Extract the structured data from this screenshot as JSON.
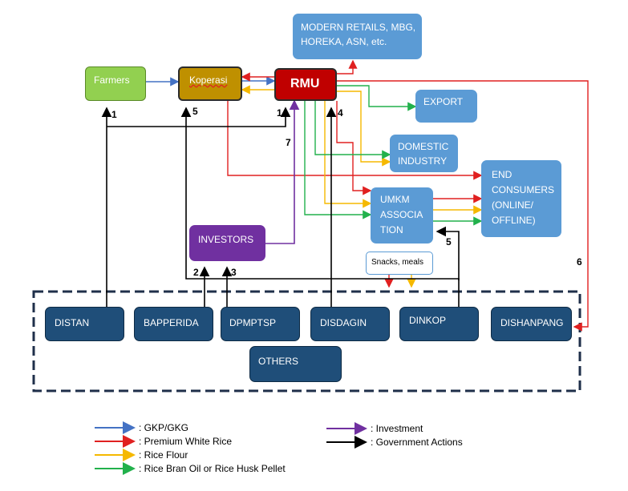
{
  "nodes": {
    "modern_retails": [
      "MODERN RETAILS, MBG,",
      "HOREKA, ASN, etc."
    ],
    "farmers": "Farmers",
    "koperasi": "Koperasi",
    "rmu": "RMU",
    "export": "EXPORT",
    "domestic_industry": [
      "DOMESTIC",
      "INDUSTRY"
    ],
    "end_consumers": [
      "END",
      "CONSUMERS",
      "(ONLINE/",
      "OFFLINE)"
    ],
    "umkm": [
      "UMKM",
      "ASSOCIA",
      "TION"
    ],
    "snacks": "Snacks, meals",
    "investors": "INVESTORS",
    "distan": "DISTAN",
    "bapperida": "BAPPERIDA",
    "dpmptsp": "DPMPTSP",
    "disdagin": "DISDAGIN",
    "dinkop": "DINKOP",
    "dishanpang": "DISHANPANG",
    "others": "OTHERS"
  },
  "step_numbers": {
    "n1_farmers": "1",
    "n1_rmu": "1",
    "n2": "2",
    "n3": "3",
    "n4": "4",
    "n5_koperasi": "5",
    "n5_umkm": "5",
    "n6": "6",
    "n7": "7"
  },
  "legend": [
    {
      "label": ": GKP/GKG",
      "color": "#4472c4"
    },
    {
      "label": ": Premium White Rice",
      "color": "#e02020"
    },
    {
      "label": ": Rice Flour",
      "color": "#f5b800"
    },
    {
      "label": ": Rice Bran Oil or Rice Husk Pellet",
      "color": "#22b14c"
    },
    {
      "label": ": Investment",
      "color": "#7030a0"
    },
    {
      "label": ": Government Actions",
      "color": "#000000"
    }
  ],
  "colors": {
    "farmers_fill": "#92d050",
    "koperasi_fill": "#bf9000",
    "rmu_fill": "#c00000",
    "investors_fill": "#7030a0",
    "service_fill": "#5b9bd5",
    "agency_fill": "#1f4e79",
    "gkp": "#4472c4",
    "premium_rice": "#e02020",
    "rice_flour": "#f5b800",
    "bran_oil": "#22b14c",
    "investment": "#7030a0",
    "government": "#000000"
  }
}
